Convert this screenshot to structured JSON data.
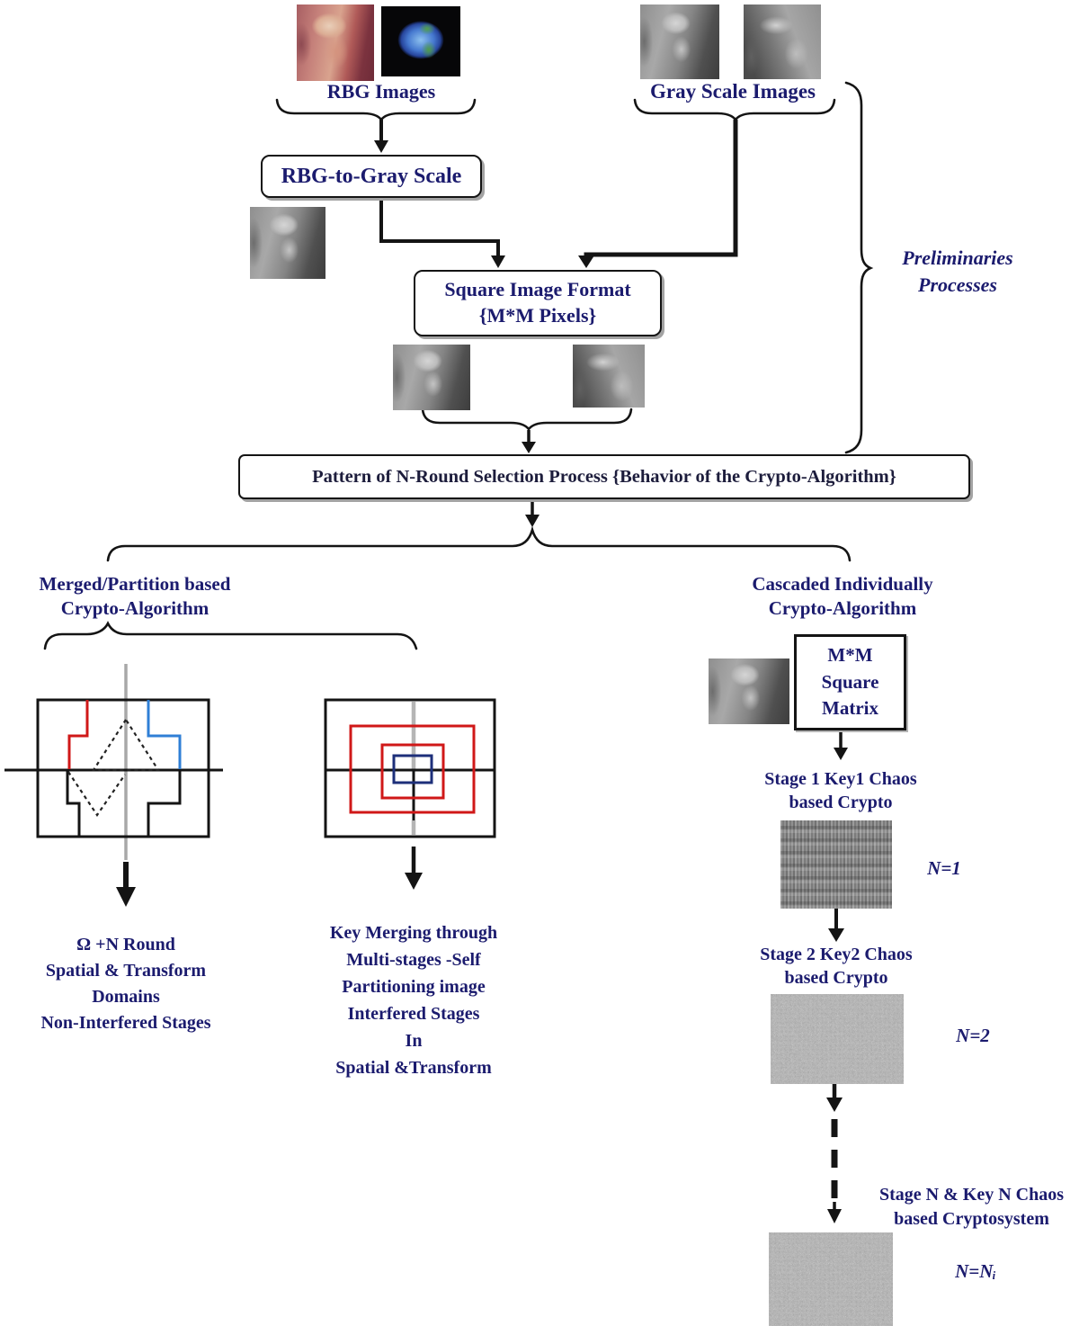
{
  "figure": {
    "description": "Flowchart of image crypto-algorithm preliminaries and N-round selection process"
  },
  "colors": {
    "label_text": "#1b1b6e",
    "dark_text": "#1d1d3c",
    "line_black": "#141414",
    "accent_red": "#d01818",
    "accent_blue": "#2f7fd6",
    "accent_navy": "#1d2f7a",
    "gray_guide_line": "#b0b0b0"
  },
  "top": {
    "rbg_images_label": "RBG Images",
    "gray_images_label": "Gray Scale Images",
    "rbg_to_gray_box": "RBG-to-Gray Scale",
    "square_box_line1": "Square Image Format",
    "square_box_line2": "{M*M Pixels}",
    "preliminaries_line1": "Preliminaries",
    "preliminaries_line2": "Processes"
  },
  "pattern_box_label": "Pattern of N-Round Selection Process {Behavior of the Crypto-Algorithm}",
  "left_branch": {
    "title_line1": "Merged/Partition based",
    "title_line2": "Crypto-Algorithm",
    "merged_caption": [
      "Ω +N Round",
      "Spatial & Transform",
      "Domains",
      "Non-Interfered Stages"
    ],
    "partition_caption": [
      "Key Merging through",
      "Multi-stages -Self",
      "Partitioning image",
      "Interfered Stages",
      "In",
      "Spatial &Transform"
    ]
  },
  "right_branch": {
    "title_line1": "Cascaded Individually",
    "title_line2": "Crypto-Algorithm",
    "matrix_box": [
      "M*M",
      "Square",
      "Matrix"
    ],
    "stage1_line1": "Stage 1 Key1 Chaos",
    "stage1_line2": "based Crypto",
    "stage1_n": "N=1",
    "stage2_line1": "Stage 2 Key2 Chaos",
    "stage2_line2": "based Crypto",
    "stage2_n": "N=2",
    "stageN_line1": "Stage N & Key N Chaos",
    "stageN_line2": "based Cryptosystem",
    "stageN_n": "N=Nᵢ"
  },
  "images": {
    "rgb_samples": [
      "lena-color-photo",
      "earth-photo"
    ],
    "gray_samples": [
      "lena-gray-photo",
      "lena-gray-rotated-photo"
    ],
    "converted_sample": "lena-gray-photo",
    "square_format_samples": [
      "lena-gray-photo",
      "lena-gray-rotated-photo"
    ],
    "matrix_input_sample": "lena-gray-photo",
    "stage_outputs": [
      "striped-cipher-image",
      "noise-cipher-image",
      "noise-cipher-image"
    ]
  }
}
